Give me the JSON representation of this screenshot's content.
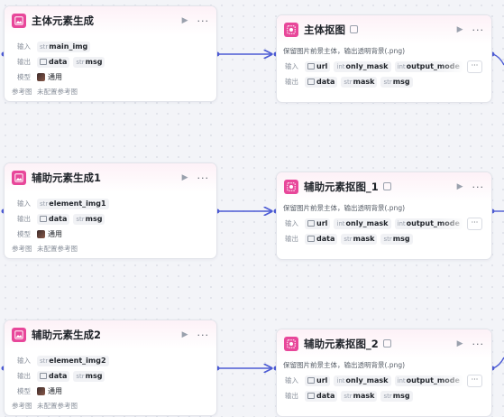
{
  "labels": {
    "input": "输入",
    "output": "输出",
    "model": "模型",
    "reference": "参考图",
    "more": "···"
  },
  "generators": [
    {
      "title": "主体元素生成",
      "input_type": "str",
      "input_name": "main_img",
      "outputs": [
        {
          "type": "img",
          "name": "data"
        },
        {
          "type": "str",
          "name": "msg"
        }
      ],
      "model": "通用",
      "reference": "未配置参考图"
    },
    {
      "title": "辅助元素生成1",
      "input_type": "str",
      "input_name": "element_img1",
      "outputs": [
        {
          "type": "img",
          "name": "data"
        },
        {
          "type": "str",
          "name": "msg"
        }
      ],
      "model": "通用",
      "reference": "未配置参考图"
    },
    {
      "title": "辅助元素生成2",
      "input_type": "str",
      "input_name": "element_img2",
      "outputs": [
        {
          "type": "img",
          "name": "data"
        },
        {
          "type": "str",
          "name": "msg"
        }
      ],
      "model": "通用",
      "reference": "未配置参考图"
    }
  ],
  "segmenters": [
    {
      "title": "主体抠图",
      "description": "保留图片前景主体，输出透明背景(.png)",
      "inputs": [
        {
          "type": "img",
          "name": "url"
        },
        {
          "type": "int",
          "name": "only_mask"
        },
        {
          "type": "int",
          "name": "output_mode"
        }
      ],
      "outputs": [
        {
          "type": "img",
          "name": "data"
        },
        {
          "type": "str",
          "name": "mask"
        },
        {
          "type": "str",
          "name": "msg"
        }
      ]
    },
    {
      "title": "辅助元素抠图_1",
      "description": "保留图片前景主体，输出透明背景(.png)",
      "inputs": [
        {
          "type": "img",
          "name": "url"
        },
        {
          "type": "int",
          "name": "only_mask"
        },
        {
          "type": "int",
          "name": "output_mode"
        }
      ],
      "outputs": [
        {
          "type": "img",
          "name": "data"
        },
        {
          "type": "str",
          "name": "mask"
        },
        {
          "type": "str",
          "name": "msg"
        }
      ]
    },
    {
      "title": "辅助元素抠图_2",
      "description": "保留图片前景主体，输出透明背景(.png)",
      "inputs": [
        {
          "type": "img",
          "name": "url"
        },
        {
          "type": "int",
          "name": "only_mask"
        },
        {
          "type": "int",
          "name": "output_mode"
        }
      ],
      "outputs": [
        {
          "type": "img",
          "name": "data"
        },
        {
          "type": "str",
          "name": "mask"
        },
        {
          "type": "str",
          "name": "msg"
        }
      ]
    }
  ],
  "colors": {
    "accent": "#e8479a",
    "edge": "#4c5bd4"
  }
}
